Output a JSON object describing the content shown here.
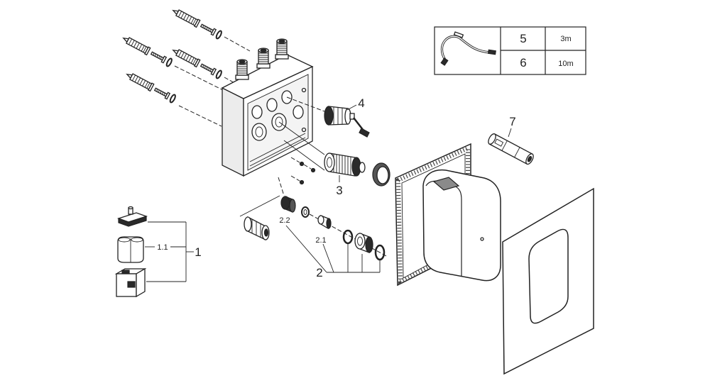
{
  "legend_table": {
    "rows": [
      {
        "number": "5",
        "length": "3m"
      },
      {
        "number": "6",
        "length": "10m"
      }
    ]
  },
  "callouts": {
    "part_1": "1",
    "part_1_1": "1.1",
    "part_2": "2",
    "part_2_1": "2.1",
    "part_2_2": "2.2",
    "part_3": "3",
    "part_4": "4",
    "part_7": "7"
  },
  "colors": {
    "line": "#222222",
    "background": "#ffffff"
  }
}
